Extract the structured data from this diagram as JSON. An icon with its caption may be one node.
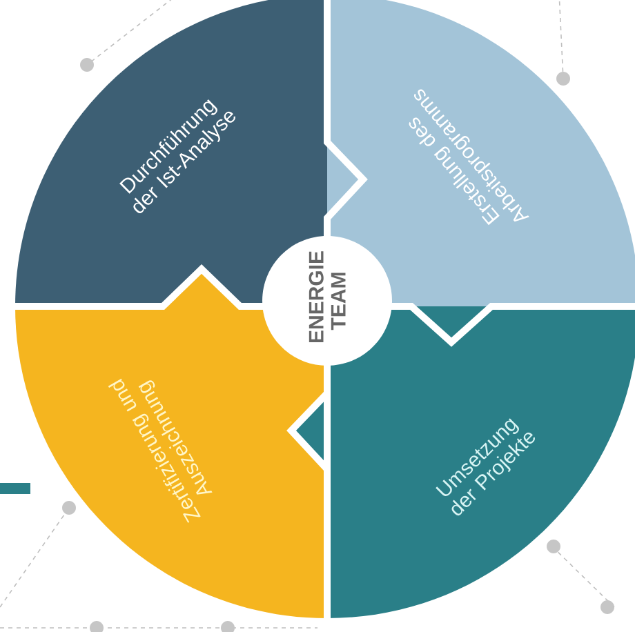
{
  "diagram": {
    "nodes": [
      {
        "text": [
          "Durchführung der Ist-Analyse"
        ]
      },
      {
        "text": [
          "Erstellung des Arbeitsprogramms"
        ]
      },
      {
        "text": [
          "ENERGIE TEAM"
        ]
      },
      {
        "text": [
          "Zertifizierung und Auszeichnung"
        ]
      },
      {
        "text": [
          "Umsetzung der Projekte"
        ]
      }
    ]
  }
}
